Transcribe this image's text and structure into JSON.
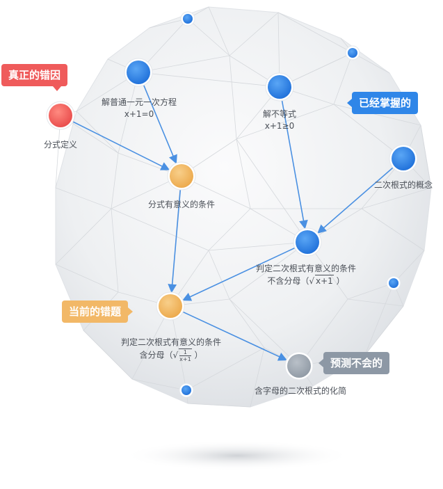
{
  "nodes": [
    {
      "id": "n_fenshi",
      "label": [
        "分式定义"
      ],
      "color": "red"
    },
    {
      "id": "n_eq",
      "label": [
        "解普通一元一次方程",
        "x+1=0"
      ],
      "color": "blue"
    },
    {
      "id": "n_ineq",
      "label": [
        "解不等式",
        "x+1≥0"
      ],
      "color": "blue"
    },
    {
      "id": "n_cond",
      "label": [
        "分式有意义的条件"
      ],
      "color": "orange"
    },
    {
      "id": "n_concept",
      "label": [
        "二次根式的概念"
      ],
      "color": "blue"
    },
    {
      "id": "n_judge",
      "label": [
        "判定二次根式有意义的条件",
        "不含分母（",
        " ）"
      ],
      "sqrt_text": "x+1",
      "color": "blue"
    },
    {
      "id": "n_judge2",
      "label": [
        "判定二次根式有意义的条件",
        "含分母（",
        " ）"
      ],
      "frac_num": "1",
      "frac_den": "x+1",
      "color": "orange"
    },
    {
      "id": "n_simplify",
      "label": [
        "含字母的二次根式的化简"
      ],
      "color": "gray"
    },
    {
      "id": "n_dot1",
      "label": [],
      "color": "blue"
    },
    {
      "id": "n_dot2",
      "label": [],
      "color": "blue"
    },
    {
      "id": "n_dot3",
      "label": [],
      "color": "blue"
    },
    {
      "id": "n_dot4",
      "label": [],
      "color": "blue"
    }
  ],
  "edges": [
    {
      "from": "n_fenshi",
      "to": "n_cond"
    },
    {
      "from": "n_eq",
      "to": "n_cond"
    },
    {
      "from": "n_cond",
      "to": "n_judge2"
    },
    {
      "from": "n_ineq",
      "to": "n_judge"
    },
    {
      "from": "n_concept",
      "to": "n_judge"
    },
    {
      "from": "n_judge",
      "to": "n_judge2"
    },
    {
      "from": "n_judge2",
      "to": "n_simplify"
    }
  ],
  "legend_tags": {
    "true_error": "真正的错因",
    "mastered": "已经掌握的",
    "current_error": "当前的错题",
    "predicted": "预测不会的"
  },
  "colors": {
    "red": "#ef5b5b",
    "blue": "#2f86e8",
    "orange": "#f2b867",
    "gray": "#9aa3ad",
    "edge": "#4a90e2",
    "mesh": "#d5d8dc"
  }
}
